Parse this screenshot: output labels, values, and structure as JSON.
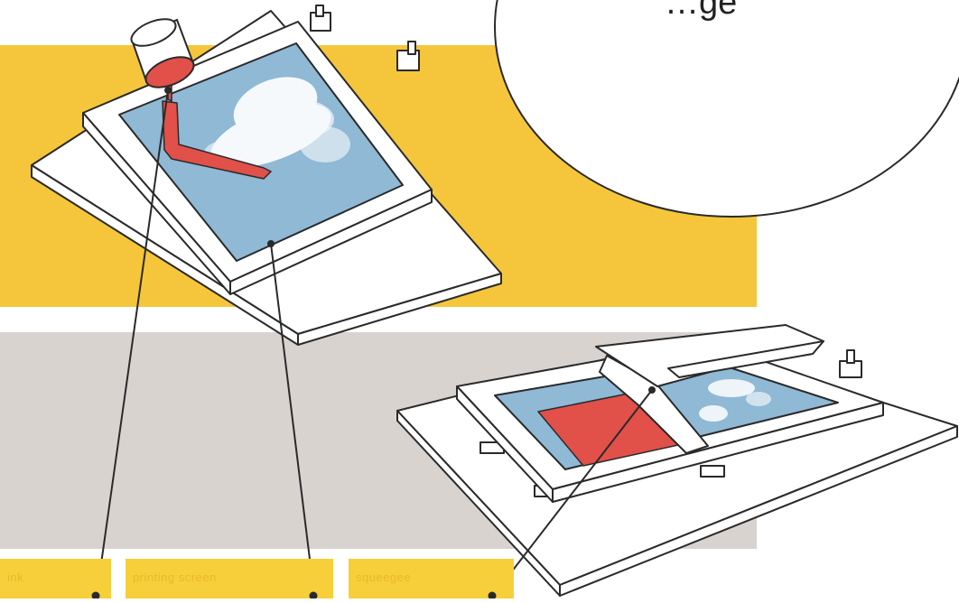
{
  "colors": {
    "band_yellow": "#f5c63c",
    "band_gray": "#d9d3cf",
    "label_yellow": "#f6cf3a",
    "screen_blue": "#8fb9d5",
    "ink_red": "#e2504a",
    "outline": "#2a2a2a",
    "frame_white": "#ffffff"
  },
  "labels": [
    {
      "text": "ink"
    },
    {
      "text": "printing screen"
    },
    {
      "text": "squeegee"
    }
  ],
  "circle": {
    "text": "…ge"
  }
}
